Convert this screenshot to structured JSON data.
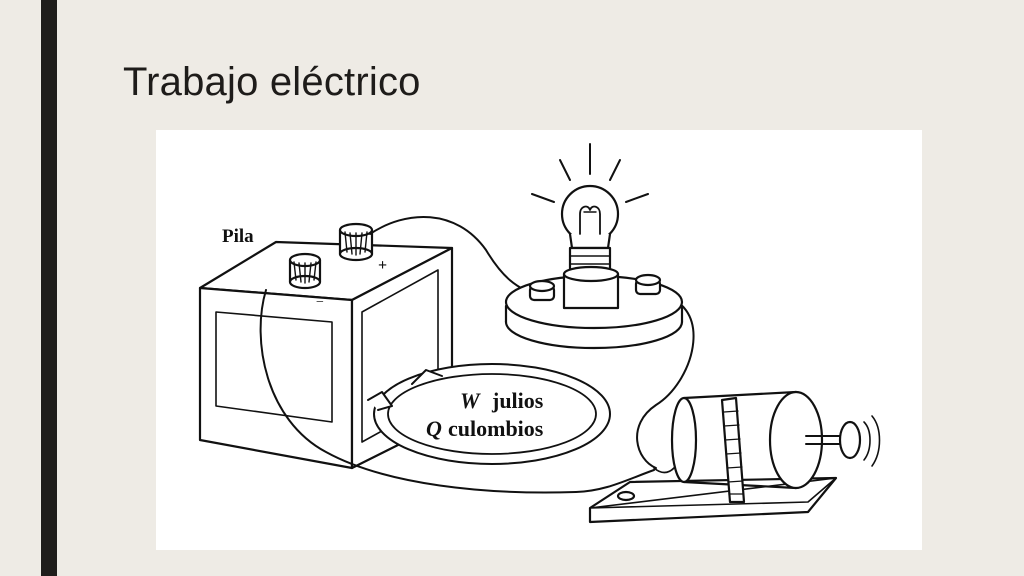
{
  "slide": {
    "title": "Trabajo eléctrico"
  },
  "figure": {
    "battery_label": "Pila",
    "battery_minus": "−",
    "battery_plus": "+",
    "work_symbol": "W",
    "work_text": "julios",
    "charge_symbol": "Q",
    "charge_text": "culombios"
  },
  "colors": {
    "background": "#eeebe5",
    "accent_bar": "#1f1d1b",
    "title": "#1e1c1a",
    "figure_background": "#ffffff"
  }
}
